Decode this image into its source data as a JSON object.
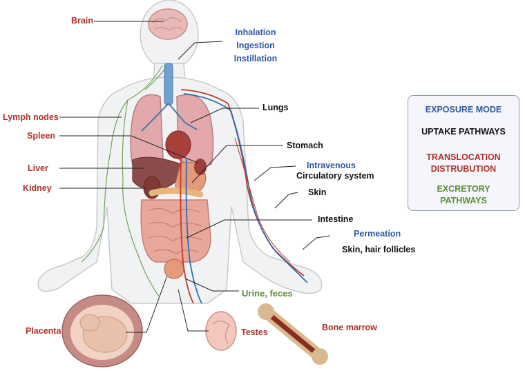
{
  "labels": {
    "brain": "Brain",
    "lymph_nodes": "Lymph nodes",
    "spleen": "Spleen",
    "liver": "Liver",
    "kidney": "Kidney",
    "placenta": "Placenta",
    "testes": "Testes",
    "bone_marrow": "Bone marrow",
    "lungs": "Lungs",
    "stomach": "Stomach",
    "circulatory_system": "Circulatory system",
    "skin": "Skin",
    "intestine": "Intestine",
    "skin_hair_follicles": "Skin, hair follicles",
    "urine_feces": "Urine, feces"
  },
  "exposure": {
    "inhalation": "Inhalation",
    "ingestion": "Ingestion",
    "instillation": "Instillation",
    "intravenous": "Intravenous",
    "permeation": "Permeation"
  },
  "legend": {
    "exposure_mode": "EXPOSURE MODE",
    "uptake_pathways": "UPTAKE PATHWAYS",
    "translocation_1": "TRANSLOCATION",
    "translocation_2": "DISTRUBUTION",
    "excretory_1": "EXCRETORY",
    "excretory_2": "PATHWAYS"
  },
  "colors": {
    "exposure_mode": "#2f57a4",
    "uptake": "#111111",
    "translocation": "#b0302a",
    "excretory": "#5a8e36"
  }
}
